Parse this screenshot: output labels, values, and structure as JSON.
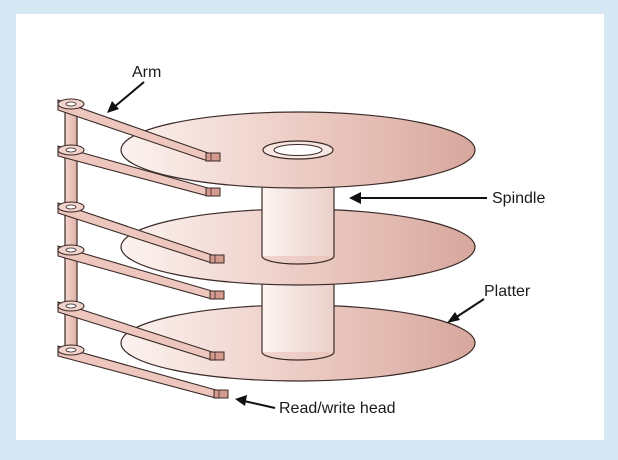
{
  "diagram": {
    "labels": {
      "arm": "Arm",
      "spindle": "Spindle",
      "platter": "Platter",
      "head": "Read/write head"
    },
    "colors": {
      "background": "#d7e8f5",
      "panel": "#ffffff",
      "platter_light": "#fbeeea",
      "platter_dark": "#d8a9a0",
      "outline": "#3a2a28",
      "spindle": "#f6e3de"
    }
  }
}
